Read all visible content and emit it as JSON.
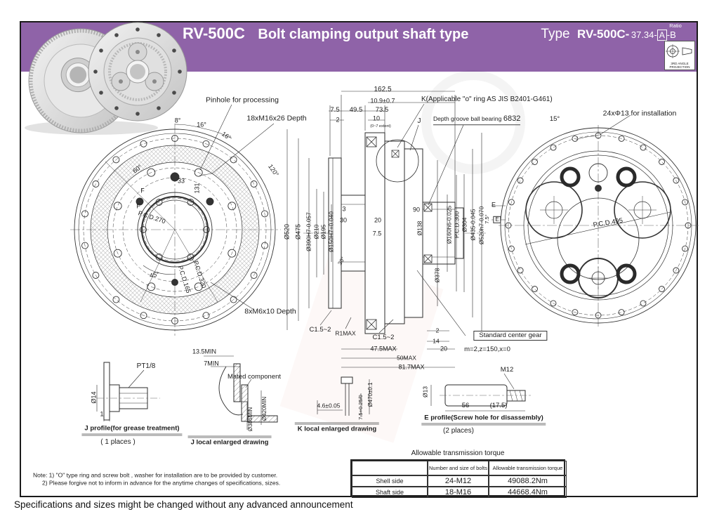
{
  "header": {
    "model": "RV-500C",
    "subtitle": "Bolt clamping output shaft type",
    "type_label": "Type",
    "type_model": "RV-500C-",
    "ratio_label": "Ratio",
    "ratio_value": "37.34-",
    "ratio_box": "A",
    "ratio_suffix": "-B",
    "projection_caption": "3RD ANGLE PROJECTION"
  },
  "front_view": {
    "pinhole_label": "Pinhole for processing",
    "bolt_label": "18xM16x26 Depth",
    "small_bolt_label": "8xM6x10 Depth",
    "angle_8": "8°",
    "angle_16a": "16°",
    "angle_16b": "16°",
    "angle_120": "120°",
    "angle_60": "60°",
    "angle_45": "45°",
    "dim_33": "33",
    "dim_131": "131",
    "f_mark_1": "F",
    "f_mark_2": "F",
    "pcd_270": "P.C.D.270",
    "pcd_165": "P.C.D.165",
    "pcd_320": "P.C.D.320",
    "dia_520": "Ø520",
    "dia_475": "Ø475"
  },
  "section_view": {
    "dim_162_5": "162.5",
    "dim_10_9": "10.9±0.7",
    "dim_7_5_top": "7.5",
    "dim_49_5": "49.5",
    "dim_73_5": "73.5",
    "dim_2_top": "2",
    "dim_10": "10",
    "dim_extent": "(0~7 extent)",
    "oring_label": "K(Applicable \"o\" ring AS JIS B2401-G461)",
    "bearing_label": "Depth groove ball bearing",
    "bearing_number": "6832",
    "j_marker": "J",
    "dia_390": "Ø390H7-0.057",
    "dia_210": "Ø210",
    "dia_195": "Ø195",
    "dia_150": "Ø150H7+0.040",
    "dim_3": "3",
    "dim_30": "30",
    "dim_20_mid": "20",
    "dim_7_5_mid": "7.5",
    "dim_90": "90",
    "dia_138": "Ø138",
    "angle_30": "30°",
    "dia_160": "Ø160h6-0.025",
    "pcd_300": "P.C.D.300",
    "dia_304": "Ø304",
    "dia_435": "Ø435-0.045",
    "dia_520h7": "Ø520h7-0.070",
    "dia_378": "Ø378",
    "chamfer_1": "C1.5~2",
    "radius_1": "R1MAX",
    "chamfer_2": "C1.5~2",
    "dim_47_5": "47.5MAX",
    "dim_50": "50MAX",
    "dim_81_7": "81.7MAX",
    "dim_2_bot": "2",
    "dim_14": "14",
    "dim_20_bot": "20",
    "center_gear_label": "Standard center gear",
    "center_gear_spec": "m=2,z=150,x=0"
  },
  "rear_view": {
    "angle_15": "15°",
    "bolt_label": "24xΦ13 for installation",
    "pcd_495": "P.C.D.495",
    "e_mark_1": "E",
    "e_mark_2": "E",
    "angle_7_5": "7.5°"
  },
  "j_profile": {
    "thread": "PT1/8",
    "dia_14": "Ø14",
    "dim_1": "1",
    "caption": "J profile(for grease treatment)",
    "places": "( 1 places )"
  },
  "j_local": {
    "dim_13_5": "13.5MIN",
    "dim_7": "7MIN",
    "mated_label": "Mated component",
    "dia_420": "Ø420MIN",
    "dia_386": "Ø386MIN",
    "caption": "J local enlarged drawing"
  },
  "k_local": {
    "dim_4_6": "4.6±0.05",
    "dim_7_5": "7.5+0.25/0",
    "dia_470": "Ø470±0.1",
    "caption": "K local enlarged drawing"
  },
  "e_profile": {
    "thread": "M12",
    "dia_13": "Ø13",
    "dim_56": "56",
    "dim_17_5": "(17.5)",
    "caption": "E profile(Screw hole for disassembly)",
    "places": "(2 places)"
  },
  "notes": {
    "line1": "Note: 1) \"O\" type ring and screw bolt , washer for installation are to be provided by customer.",
    "line2": "2) Please forgive not to inform in advance for the anytime changes of specifications, sizes.",
    "disclaimer": "Specifications and sizes might be changed without any advanced announcement"
  },
  "torque_table": {
    "title": "Allowable transmission torque",
    "col_bolts": "Number and size of bolts",
    "col_torque": "Allowable transmission torque",
    "rows": [
      {
        "name": "Shell side",
        "bolts": "24-M12",
        "torque": "49088.2Nm"
      },
      {
        "name": "Shaft side",
        "bolts": "18-M16",
        "torque": "44668.4Nm"
      }
    ]
  },
  "footer": {}
}
